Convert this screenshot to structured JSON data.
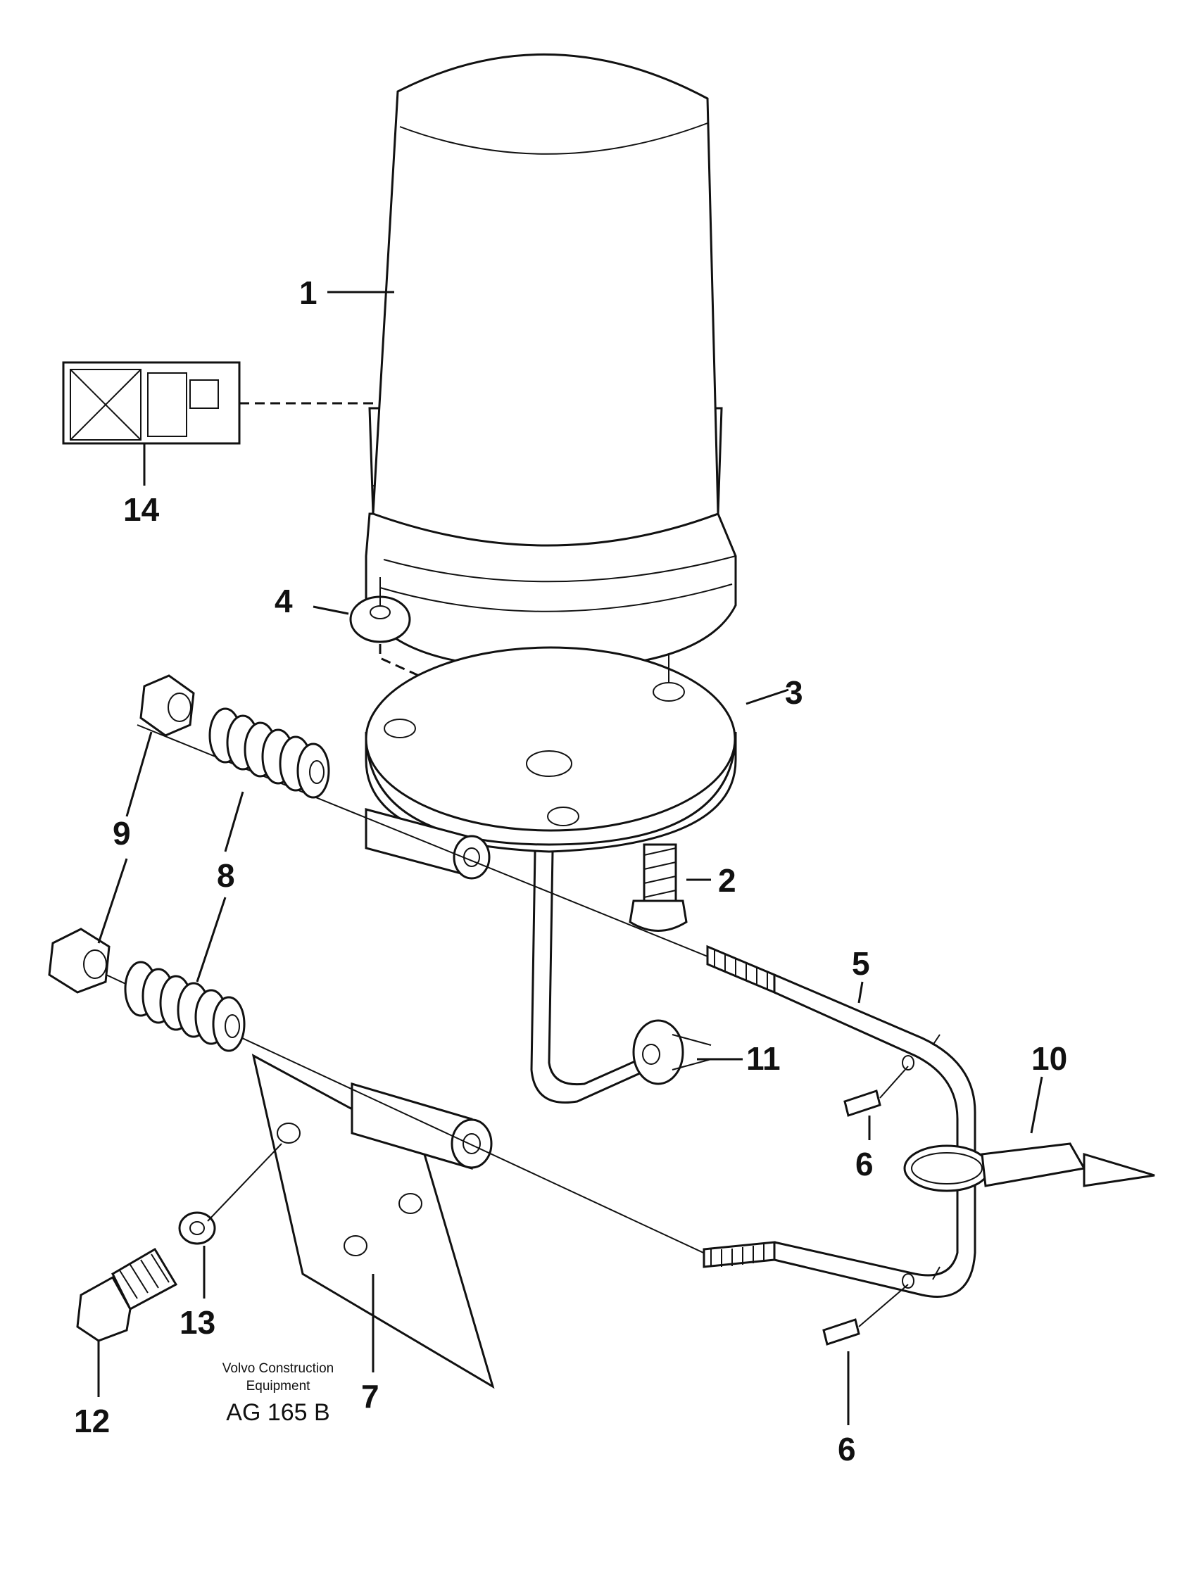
{
  "callouts": [
    "1",
    "2",
    "3",
    "4",
    "5",
    "6",
    "6",
    "7",
    "8",
    "9",
    "10",
    "11",
    "12",
    "13",
    "14"
  ],
  "credit": {
    "line1": "Volvo Construction",
    "line2": "Equipment"
  },
  "drawing_code": "AG 165 B"
}
